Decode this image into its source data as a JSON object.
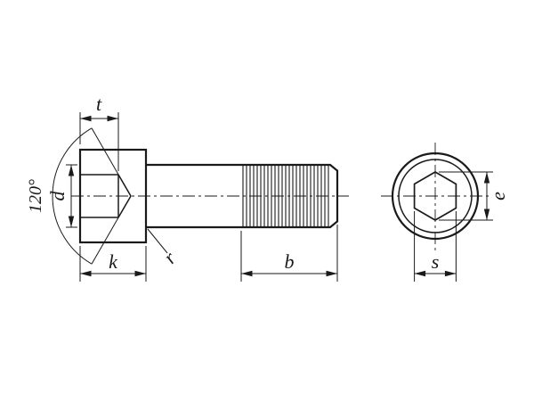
{
  "canvas": {
    "background": "#ffffff",
    "line_color": "#1a1a1a"
  },
  "side_view": {
    "labels": {
      "t": "t",
      "angle": "120°",
      "d": "d",
      "k": "k",
      "r": "r",
      "b": "b"
    }
  },
  "end_view": {
    "labels": {
      "e": "e",
      "s": "s"
    }
  }
}
